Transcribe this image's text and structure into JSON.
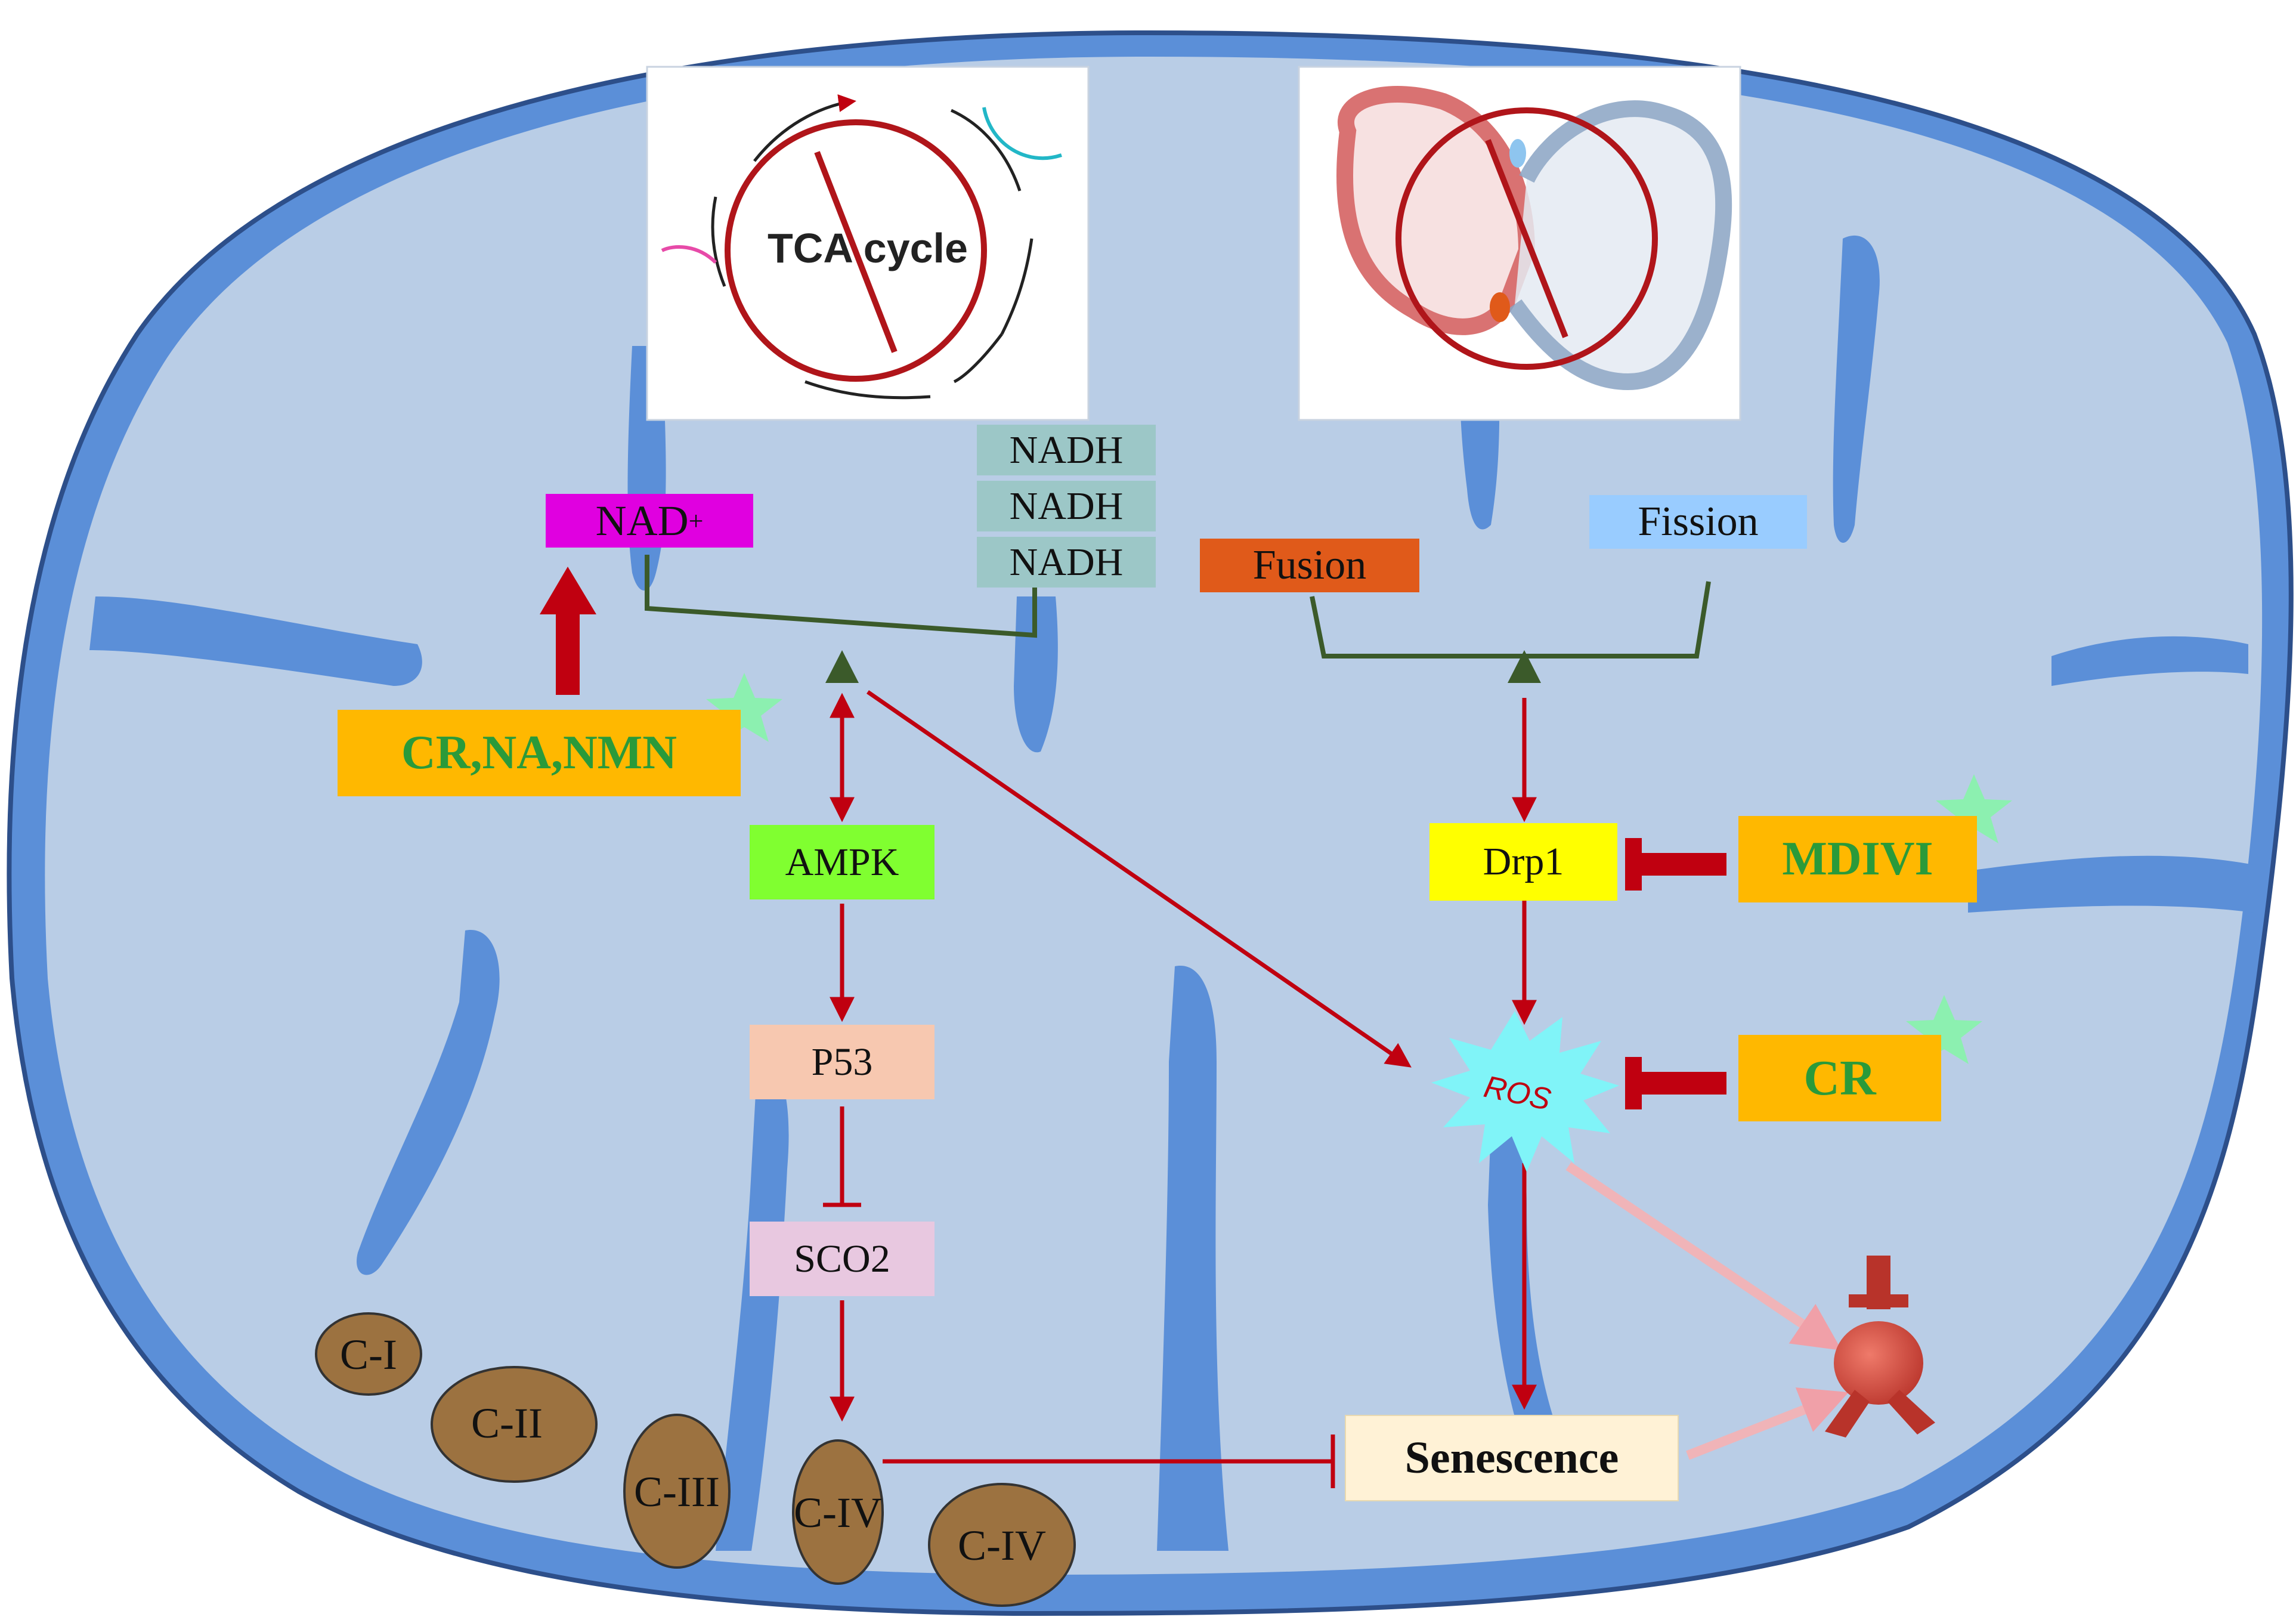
{
  "tca_panel": {
    "label": "TCA cycle"
  },
  "nodes": {
    "nad": "NAD",
    "nad_sup": "+",
    "nadh": [
      "NADH",
      "NADH",
      "NADH"
    ],
    "fusion": "Fusion",
    "fission": "Fission",
    "cr_na_nmn": "CR,NA,NMN",
    "ampk": "AMPK",
    "p53": "P53",
    "sco2": "SCO2",
    "drp1": "Drp1",
    "mdivi": "MDIVI",
    "ros": "ROS",
    "cr": "CR",
    "senescence": "Senescence"
  },
  "complexes": [
    "C-I",
    "C-II",
    "C-III",
    "C-IV",
    "C-IV"
  ],
  "colors": {
    "membrane": "#5b8fd8",
    "matrix": "#b9cde6",
    "inhibit": "#c00010",
    "inducer_green": "#2a9a3a",
    "orange_box": "#ffb800",
    "nad_box": "#e000e0",
    "nadh_box": "#9cc7c7",
    "fusion_box": "#e05a1a",
    "fission_box": "#99ccff",
    "ampk_box": "#80ff30",
    "p53_box": "#f7c8b0",
    "sco2_box": "#e8c8e0",
    "drp1_box": "#ffff00",
    "senescence_box": "#fff2d6",
    "ros_star": "#80f4f8",
    "complex_fill": "#9c7240",
    "node_marker": "#3b5a2a"
  }
}
